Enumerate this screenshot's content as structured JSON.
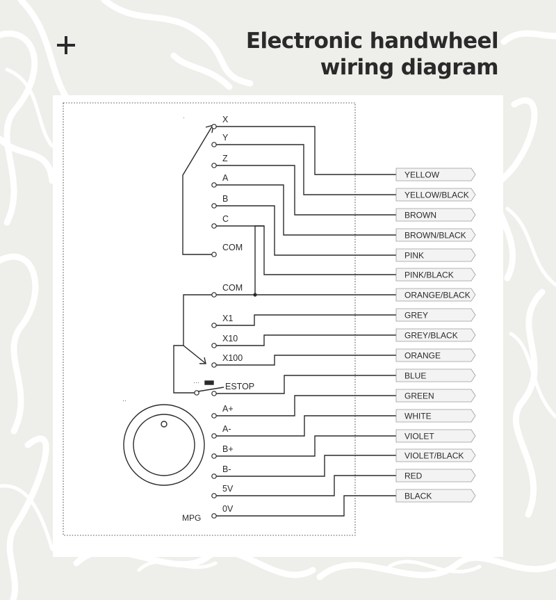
{
  "title_lines": [
    "Electronic handwheel",
    "wiring diagram"
  ],
  "colors": {
    "background": "#eeeeea",
    "pattern": "#ffffff",
    "panel": "#ffffff",
    "ink": "#2a2a2a",
    "tag_fill": "#f3f3f3",
    "tag_stroke": "#9a9a9a"
  },
  "icons": {
    "top_left": "plus-icon"
  },
  "terminals": [
    "X",
    "Y",
    "Z",
    "A",
    "B",
    "C",
    "COM",
    "COM",
    "X1",
    "X10",
    "X100",
    "ESTOP",
    "A+",
    "A-",
    "B+",
    "B-",
    "5V",
    "0V"
  ],
  "wires": [
    "YELLOW",
    "YELLOW/BLACK",
    "BROWN",
    "BROWN/BLACK",
    "PINK",
    "PINK/BLACK",
    "ORANGE/BLACK",
    "GREY",
    "GREY/BLACK",
    "ORANGE",
    "BLUE",
    "GREEN",
    "WHITE",
    "VIOLET",
    "VIOLET/BLACK",
    "RED",
    "BLACK"
  ],
  "mpg_label": "MPG"
}
